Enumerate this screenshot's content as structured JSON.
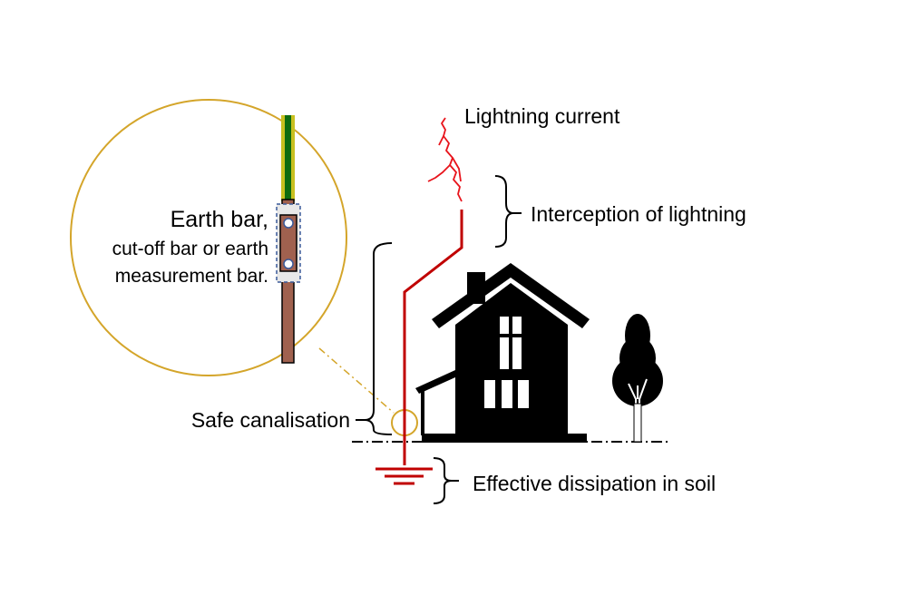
{
  "labels": {
    "lightning_current": "Lightning current",
    "interception": "Interception of lightning",
    "safe_canalisation": "Safe canalisation",
    "dissipation": "Effective dissipation in soil",
    "earth_bar_line1": "Earth bar,",
    "earth_bar_line2": "cut-off bar or earth",
    "earth_bar_line3": "measurement bar."
  },
  "colors": {
    "conductor": "#c00000",
    "lightning": "#e8141c",
    "magnifier": "#d4a52a",
    "copper": "#a0614f",
    "green": "#0e6b10",
    "yellow": "#c8c020"
  }
}
